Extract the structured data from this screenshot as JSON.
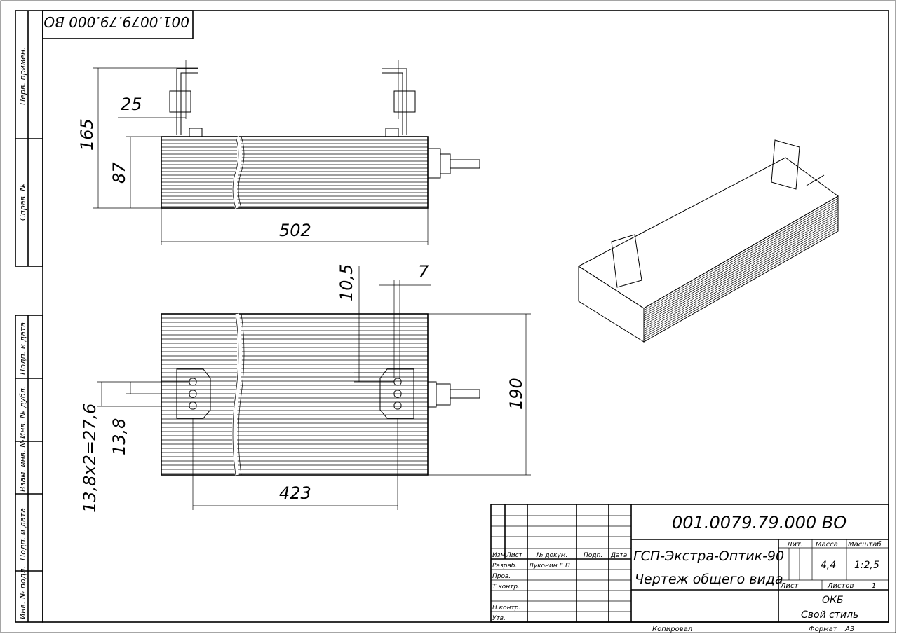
{
  "drawing": {
    "doc_number": "001.0079.79.000 ВО",
    "doc_number_stamp": "001.0079.79.000 ВО",
    "product_name": "ГСП-Экстра-Оптик-90",
    "drawing_type": "Чертеж общего вида",
    "mass": "4,4",
    "scale": "1:2,5",
    "sheets": "1",
    "organization": "ОКБ",
    "organization_sub": "Свой стиль",
    "format_label": "Формат",
    "format": "А3",
    "copied_label": "Копировал"
  },
  "title_block_headers": {
    "lit": "Лит.",
    "mass": "Масса",
    "scale": "Масштаб",
    "sheet": "Лист",
    "sheets": "Листов",
    "izm": "Изм.",
    "list": "Лист",
    "doc_no": "№ докум.",
    "sign": "Подп.",
    "date": "Дата",
    "developer": "Разраб.",
    "developer_name": "Луконин Е П",
    "checked": "Пров.",
    "tech_control": "Т.контр.",
    "norm_control": "Н.контр.",
    "approved": "Утв."
  },
  "left_strip": {
    "first_use": "Перв. примен.",
    "ref_no": "Справ. №",
    "sign_date_1": "Подп. и дата",
    "dup_inv": "Инв. № дубл.",
    "replace_inv": "Взам. инв. №",
    "sign_date_2": "Подп. и дата",
    "orig_inv": "Инв. № подл."
  },
  "dimensions": {
    "height_total": "165",
    "height_body": "87",
    "offset": "25",
    "length": "502",
    "hole_slot": "10,5",
    "hole_width": "7",
    "width": "190",
    "mount_distance": "423",
    "pitch": "13,8",
    "pitch_total": "13,8x2=27,6"
  }
}
